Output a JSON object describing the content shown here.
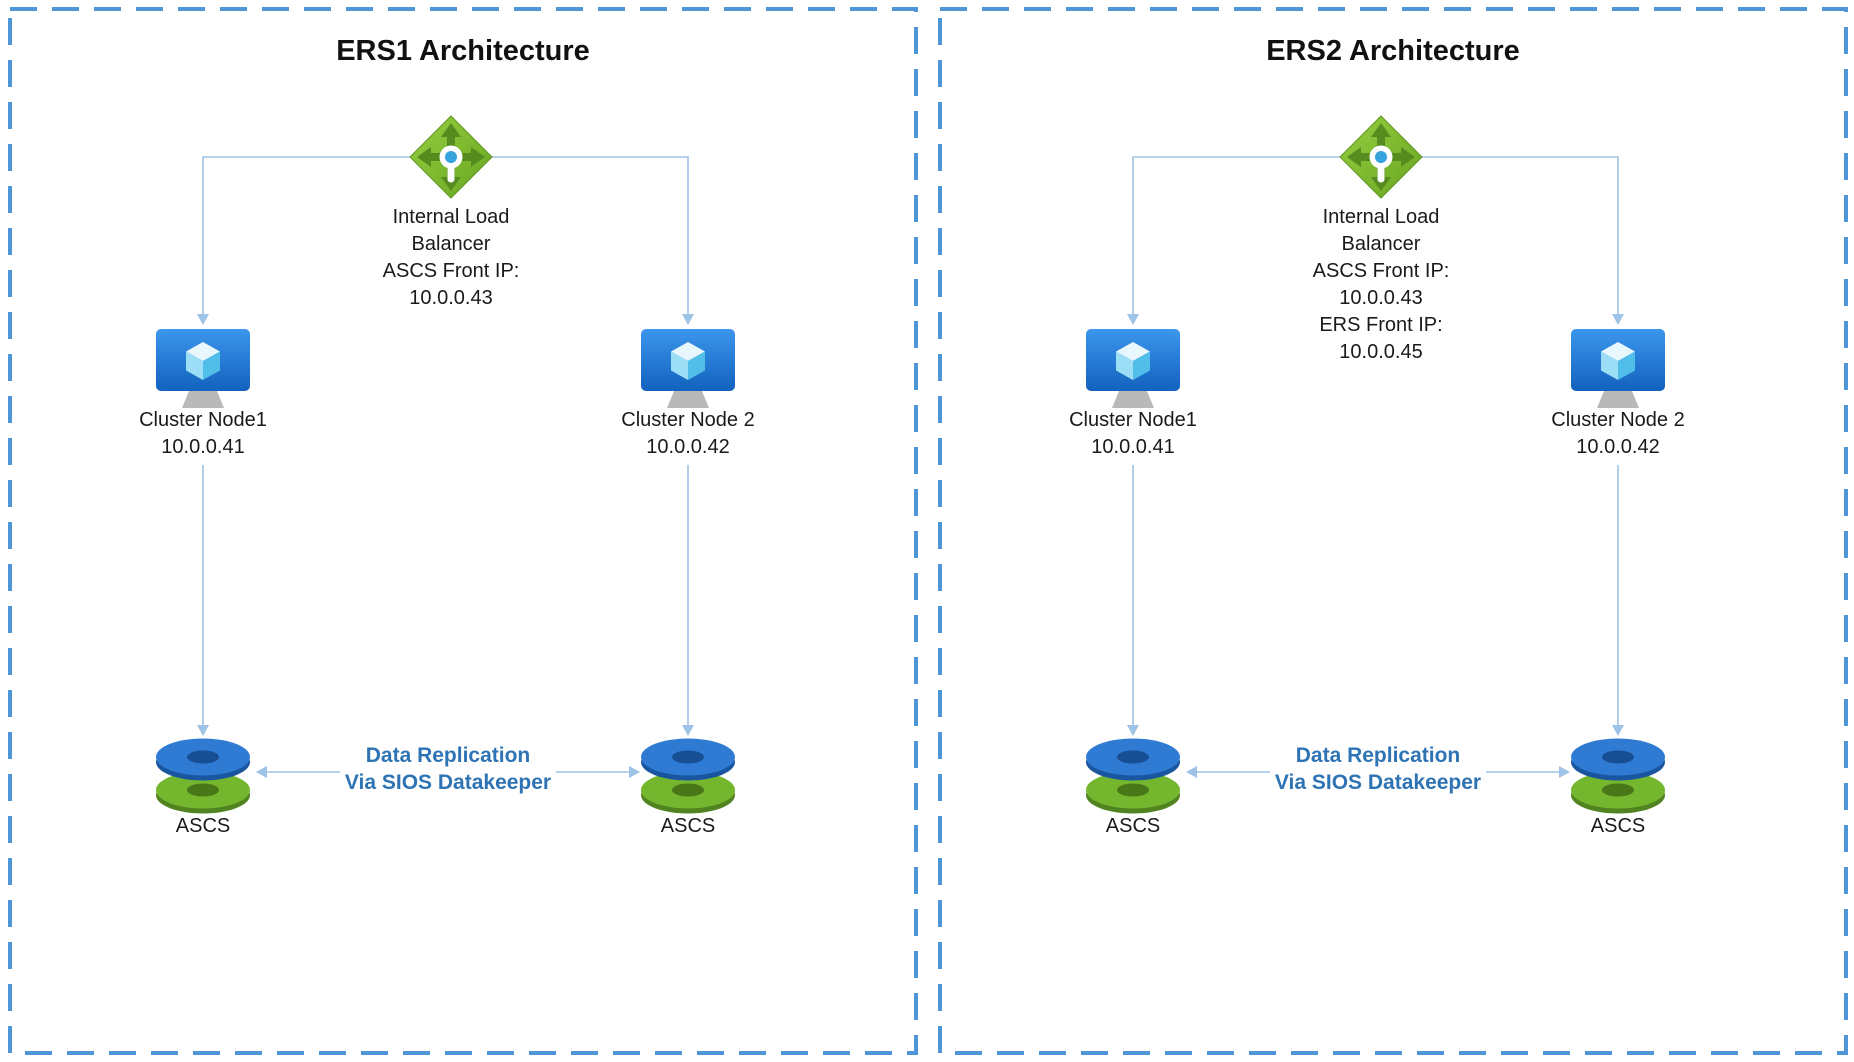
{
  "panels": [
    {
      "title": "ERS1 Architecture",
      "lb": {
        "lines": [
          "Internal Load",
          "Balancer",
          "ASCS Front IP:",
          "10.0.0.43"
        ]
      },
      "node1": {
        "name": "Cluster Node1",
        "ip": "10.0.0.41"
      },
      "node2": {
        "name": "Cluster Node 2",
        "ip": "10.0.0.42"
      },
      "disk1_label": "ASCS",
      "disk2_label": "ASCS",
      "replication": {
        "line1": "Data Replication",
        "line2": "Via SIOS Datakeeper"
      }
    },
    {
      "title": "ERS2 Architecture",
      "lb": {
        "lines": [
          "Internal Load",
          "Balancer",
          "ASCS Front IP:",
          "10.0.0.43",
          "ERS Front IP:",
          "10.0.0.45"
        ]
      },
      "node1": {
        "name": "Cluster Node1",
        "ip": "10.0.0.41"
      },
      "node2": {
        "name": "Cluster Node 2",
        "ip": "10.0.0.42"
      },
      "disk1_label": "ASCS",
      "disk2_label": "ASCS",
      "replication": {
        "line1": "Data Replication",
        "line2": "Via SIOS Datakeeper"
      }
    }
  ],
  "icons": {
    "load_balancer": "azure-load-balancer-icon",
    "cluster_node": "azure-vm-monitor-icon",
    "storage": "stacked-disks-icon"
  },
  "colors": {
    "border": "#4F96D8",
    "connector": "#9DC3E6",
    "replication_text": "#2E74B5",
    "lb_green": "#7CC230",
    "vm_blue": "#2D85DC",
    "disk_blue": "#2F7BD3",
    "disk_green": "#74B62E"
  }
}
